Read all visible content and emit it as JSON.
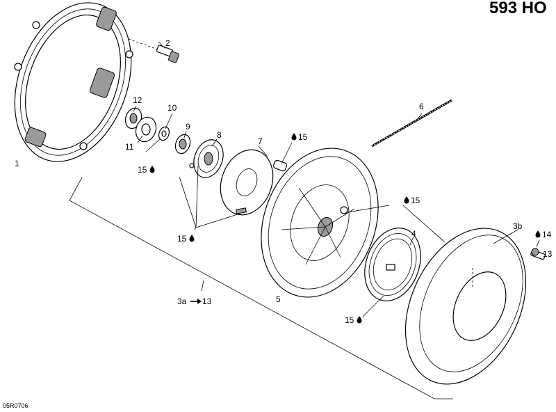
{
  "header": {
    "model": "593 HO"
  },
  "footer": {
    "drawing_code": "05R0706"
  },
  "callouts": {
    "c1": "1",
    "c2": "2",
    "c3a": "3a",
    "c3a_target": "13",
    "c3b": "3b",
    "c4": "4",
    "c5": "5",
    "c6": "6",
    "c7": "7",
    "c8": "8",
    "c9": "9",
    "c10": "10",
    "c11": "11",
    "c12": "12",
    "c13": "13",
    "c14": "14",
    "c15_a": "15",
    "c15_b": "15",
    "c15_c": "15",
    "c15_d": "15",
    "c15_e": "15"
  },
  "icons": {
    "lubricant": "oil-drop-icon",
    "refer": "arrow-right-icon"
  }
}
